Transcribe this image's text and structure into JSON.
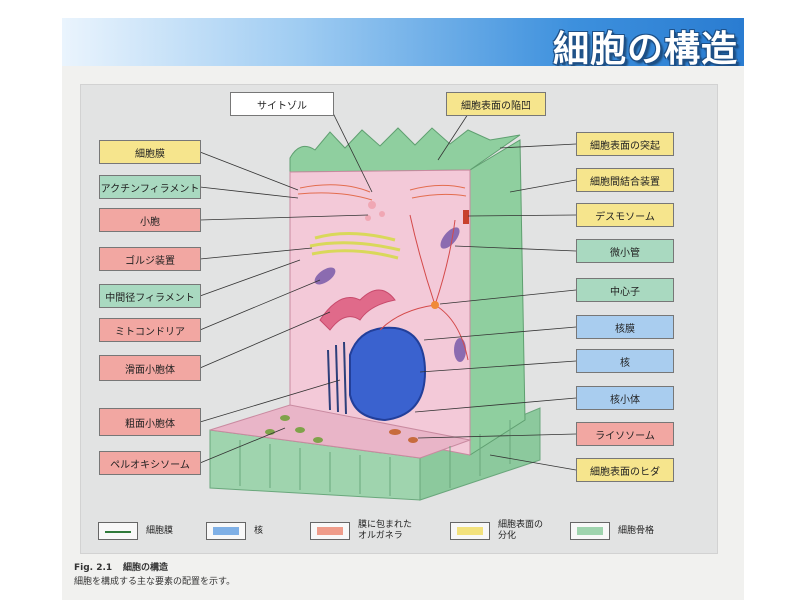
{
  "slide": {
    "title": "細胞の構造"
  },
  "labels": {
    "cytosol": "サイトゾル",
    "surface_pit": "細胞表面の陥凹",
    "cell_membrane": "細胞膜",
    "actin": "アクチンフィラメント",
    "vesicle": "小胞",
    "golgi": "ゴルジ装置",
    "intermediate": "中間径フィラメント",
    "mitochondria": "ミトコンドリア",
    "smooth_er": "滑面小胞体",
    "rough_er": "粗面小胞体",
    "peroxisome": "ペルオキシソーム",
    "surface_protrusion": "細胞表面の突起",
    "junction": "細胞間結合装置",
    "desmosome": "デスモソーム",
    "microtubule": "微小管",
    "centrosome": "中心子",
    "nuclear_envelope": "核膜",
    "nucleus": "核",
    "nucleolus": "核小体",
    "lysosome": "ライソソーム",
    "surface_fold": "細胞表面のヒダ"
  },
  "legend": {
    "membrane": "細胞膜",
    "nucleus": "核",
    "organelle_line1": "膜に包まれた",
    "organelle_line2": "オルガネラ",
    "specialization_line1": "細胞表面の",
    "specialization_line2": "分化",
    "cytoskeleton": "細胞骨格"
  },
  "caption": {
    "fig": "Fig. 2.1",
    "title": "細胞の構造",
    "subtitle": "細胞を構成する主な要素の配置を示す。"
  },
  "colors": {
    "yellow": "#f6e58d",
    "green": "#a9d9c0",
    "pink": "#f2a7a2",
    "blue": "#a9cdef",
    "cell_body": "#f3c9d8",
    "cell_wall": "#8fcf9f",
    "nucleus": "#3a62cf"
  }
}
